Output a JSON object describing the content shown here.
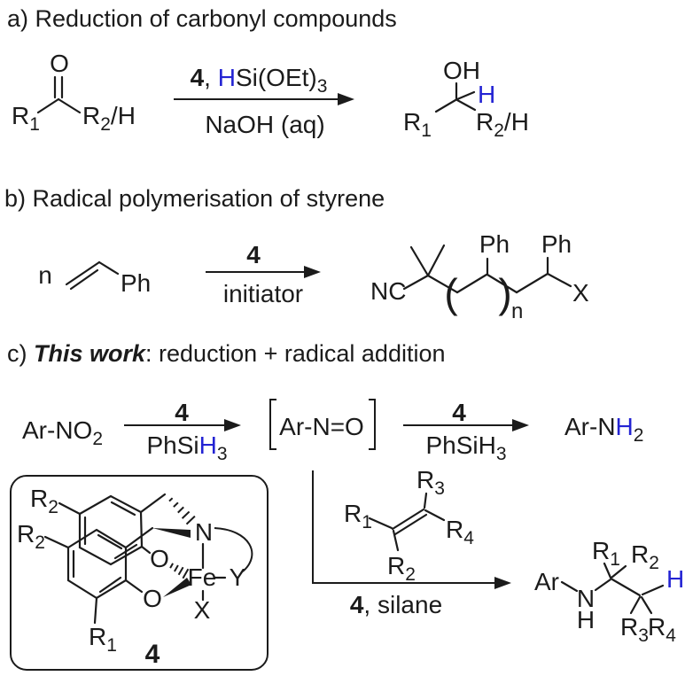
{
  "colors": {
    "ink": "#1b1b1b",
    "accent_blue": "#2323d3",
    "background": "#ffffff"
  },
  "frag": {
    "R1": {
      "b": "R",
      "s": "1"
    },
    "R2": {
      "b": "R",
      "s": "2"
    },
    "R3": {
      "b": "R",
      "s": "3"
    },
    "R4": {
      "b": "R",
      "s": "4"
    },
    "R2H": {
      "b": "R",
      "s": "2",
      "t": "/H"
    }
  },
  "section_a": {
    "title": "a) Reduction of carbonyl compounds",
    "ketone": {
      "o": "O"
    },
    "arrow": {
      "four": "4",
      "comma": ", ",
      "h": "H",
      "rest": "Si(OEt)",
      "sub": "3",
      "below": "NaOH (aq)"
    },
    "product": {
      "oh": "OH",
      "h": "H"
    }
  },
  "section_b": {
    "title": "b) Radical polymerisation of styrene",
    "n": "n",
    "ph": "Ph",
    "arrow": {
      "above": "4",
      "below": "initiator"
    },
    "polymer": {
      "nc": "NC",
      "ph1": "Ph",
      "ph2": "Ph",
      "open": "(",
      "close": ")",
      "sub_n": "n",
      "x": "X"
    }
  },
  "section_c": {
    "title": {
      "pre": "c) ",
      "emph": "This work",
      "rest": ": reduction + radical addition"
    },
    "arno2": {
      "pre": "Ar-NO",
      "sub": "2"
    },
    "arrow1": {
      "above": "4",
      "pre": "PhSi",
      "h": "H",
      "sub": "3"
    },
    "intermediate": {
      "text": "Ar-N=O"
    },
    "arrow2": {
      "above": "4",
      "pre": "PhSiH",
      "sub": "3"
    },
    "arnh2": {
      "pre": "Ar-N",
      "h": "H",
      "sub": "2"
    },
    "arrow3": {
      "four": "4",
      "rest": ", silane"
    },
    "product": {
      "ar": "Ar",
      "n": "N",
      "h": "H",
      "h_blue": "H"
    },
    "catalyst": {
      "o1": "O",
      "o2": "O",
      "n": "N",
      "fe": "Fe",
      "y": "Y",
      "x": "X",
      "label": "4"
    }
  }
}
